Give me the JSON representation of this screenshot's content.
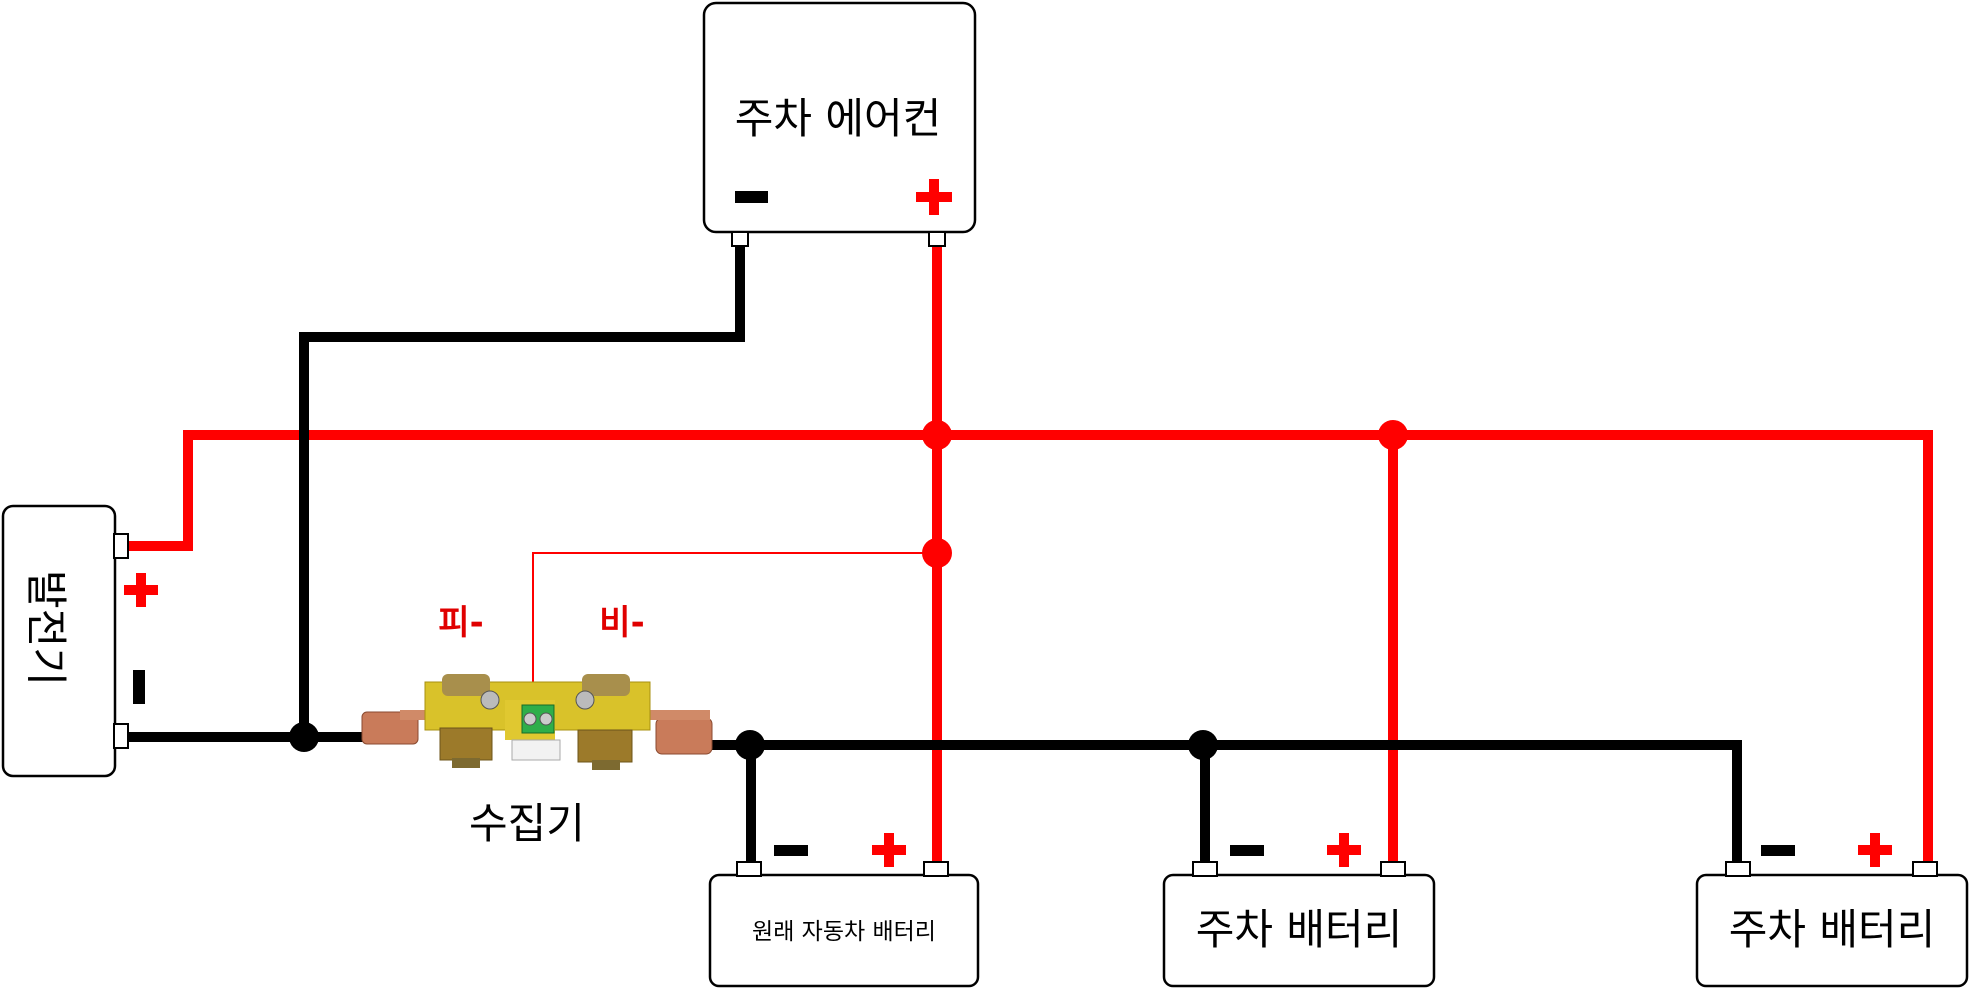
{
  "aircon": {
    "label": "주차 에어컨"
  },
  "generator": {
    "label": "발전기"
  },
  "shunt": {
    "label": "수집기",
    "p_minus": "피-",
    "b_minus": "비-"
  },
  "batteries": [
    {
      "label": "원래 자동차 배터리"
    },
    {
      "label": "주차 배터리"
    },
    {
      "label": "주차 배터리"
    }
  ],
  "colors": {
    "positive": "#ff0000",
    "negative": "#000000"
  }
}
